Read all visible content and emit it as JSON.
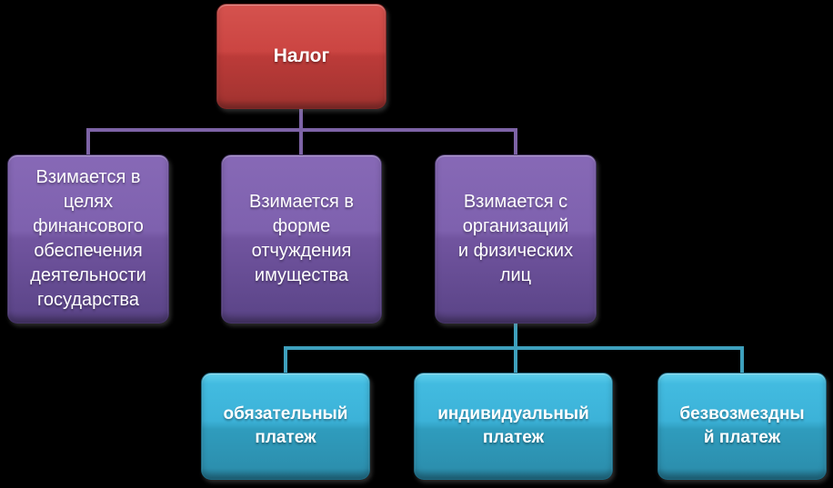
{
  "colors": {
    "background": "#000000",
    "text": "#ffffff",
    "root_fill_top": "#d5524e",
    "root_fill_bottom": "#a23330",
    "level1_fill_top": "#8769b6",
    "level1_fill_bottom": "#5d468a",
    "level2_fill_top": "#3cb2d8",
    "level2_fill_bottom": "#2c8fae",
    "connector_purple": "#7d63a6",
    "connector_cyan": "#3ea0bd"
  },
  "diagram": {
    "type": "hierarchy",
    "root": {
      "label": "Налог"
    },
    "level1": [
      {
        "label": "Взимается в\nцелях\nфинансового\nобеспечения\nдеятельности\nгосударства",
        "parent": "Налог"
      },
      {
        "label": "Взимается в\nформе\nотчуждения\nимущества",
        "parent": "Налог"
      },
      {
        "label": "Взимается с\nорганизаций\nи физических\nлиц",
        "parent": "Налог"
      }
    ],
    "level2": [
      {
        "label": "обязательный\nплатеж",
        "parent": "Взимается с организаций и физических лиц"
      },
      {
        "label": "индивидуальный\nплатеж",
        "parent": "Взимается с организаций и физических лиц"
      },
      {
        "label": "безвозмездны\nй платеж",
        "parent": "Взимается с организаций и физических лиц"
      }
    ]
  }
}
